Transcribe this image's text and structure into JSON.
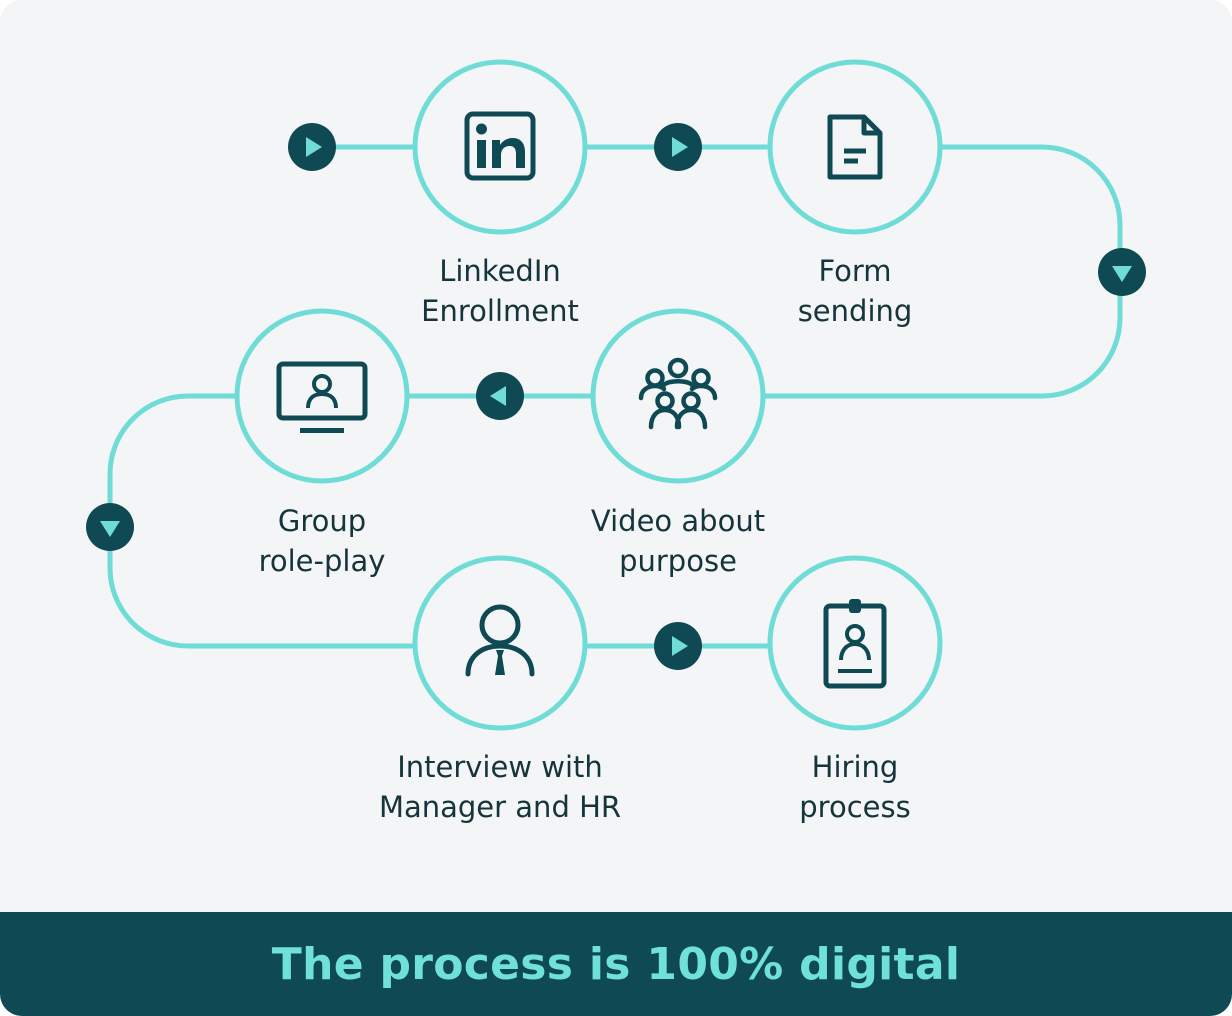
{
  "colors": {
    "background": "#f3f5f6",
    "accent": "#6fdcd8",
    "dark": "#0f4a54",
    "text": "#16343b"
  },
  "steps": [
    {
      "icon": "linkedin-icon",
      "line1": "LinkedIn",
      "line2": "Enrollment"
    },
    {
      "icon": "document-icon",
      "line1": "Form",
      "line2": "sending"
    },
    {
      "icon": "group-icon",
      "line1": "Video about",
      "line2": "purpose"
    },
    {
      "icon": "monitor-user-icon",
      "line1": "Group",
      "line2": "role-play"
    },
    {
      "icon": "manager-icon",
      "line1": "Interview with",
      "line2": "Manager and HR"
    },
    {
      "icon": "id-badge-icon",
      "line1": "Hiring",
      "line2": "process"
    }
  ],
  "footer": {
    "text": "The process is 100% digital"
  }
}
